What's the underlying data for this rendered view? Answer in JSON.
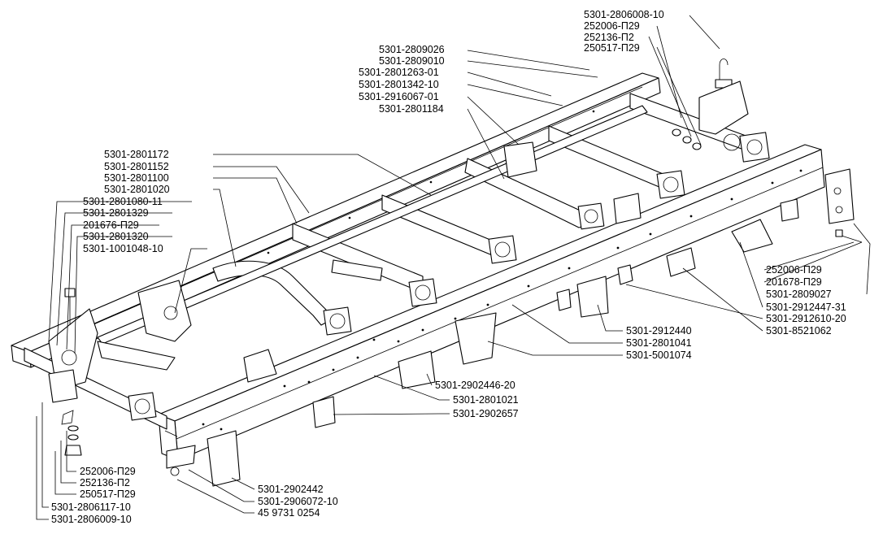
{
  "labels": {
    "l0": "5301-2806008-10",
    "l1": "252006-П29",
    "l2": "252136-П2",
    "l3": "250517-П29",
    "l4": "5301-2809026",
    "l5": "5301-2809010",
    "l6": "5301-2801263-01",
    "l7": "5301-2801342-10",
    "l8": "5301-2916067-01",
    "l9": "5301-2801184",
    "l10": "5301-2801172",
    "l11": "5301-2801152",
    "l12": "5301-2801100",
    "l13": "5301-2801020",
    "l14": "5301-2801080-11",
    "l15": "5301-2801329",
    "l16": "201676-П29",
    "l17": "5301-2801320",
    "l18": "5301-1001048-10",
    "l19": "252006-П29",
    "l20": "201678-П29",
    "l21": "5301-2809027",
    "l22": "5301-2912447-31",
    "l23": "5301-2912610-20",
    "l24": "5301-8521062",
    "l25": "5301-2912440",
    "l26": "5301-2801041",
    "l27": "5301-5001074",
    "l28": "5301-2902446-20",
    "l29": "5301-2801021",
    "l30": "5301-2902657",
    "l31": "252006-П29",
    "l32": "252136-П2",
    "l33": "250517-П29",
    "l34": "5301-2806117-10",
    "l35": "5301-2806009-10",
    "l36": "5301-2902442",
    "l37": "5301-2906072-10",
    "l38": "45 9731 0254"
  }
}
